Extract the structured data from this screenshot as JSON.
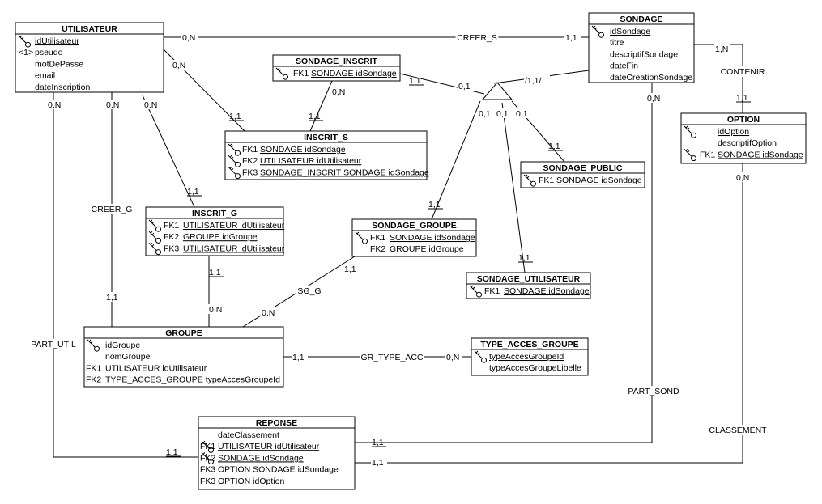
{
  "entities": [
    {
      "id": "UTILISATEUR",
      "title": "UTILISATEUR",
      "rows": [
        {
          "key": true,
          "prefix": "",
          "name": "idUtilisateur",
          "pk": true
        },
        {
          "key": false,
          "prefix": "<1>",
          "name": "pseudo"
        },
        {
          "key": false,
          "prefix": "",
          "name": "motDePasse"
        },
        {
          "key": false,
          "prefix": "",
          "name": "email"
        },
        {
          "key": false,
          "prefix": "",
          "name": "dateInscription"
        }
      ]
    },
    {
      "id": "SONDAGE",
      "title": "SONDAGE",
      "rows": [
        {
          "key": true,
          "prefix": "",
          "name": "idSondage",
          "pk": true
        },
        {
          "key": false,
          "prefix": "",
          "name": "titre"
        },
        {
          "key": false,
          "prefix": "",
          "name": "descriptifSondage"
        },
        {
          "key": false,
          "prefix": "",
          "name": "dateFin"
        },
        {
          "key": false,
          "prefix": "",
          "name": "dateCreationSondage"
        }
      ]
    },
    {
      "id": "SONDAGE_INSCRIT",
      "title": "SONDAGE_INSCRIT",
      "rows": [
        {
          "key": true,
          "prefix": "FK1",
          "name": "SONDAGE idSondage",
          "pk": true
        }
      ]
    },
    {
      "id": "INSCRIT_S",
      "title": "INSCRIT_S",
      "rows": [
        {
          "key": true,
          "prefix": "FK1",
          "name": "SONDAGE idSondage",
          "pk": true
        },
        {
          "key": true,
          "prefix": "FK2",
          "name": "UTILISATEUR idUtilisateur",
          "pk": true
        },
        {
          "key": true,
          "prefix": "FK3",
          "name": "SONDAGE_INSCRIT SONDAGE idSondage",
          "pk": true
        }
      ]
    },
    {
      "id": "OPTION",
      "title": "OPTION",
      "rows": [
        {
          "key": true,
          "prefix": "",
          "name": "idOption",
          "pk": true
        },
        {
          "key": false,
          "prefix": "",
          "name": "descriptifOption"
        },
        {
          "key": true,
          "prefix": "FK1",
          "name": "SONDAGE idSondage",
          "pk": true
        }
      ]
    },
    {
      "id": "SONDAGE_PUBLIC",
      "title": "SONDAGE_PUBLIC",
      "rows": [
        {
          "key": true,
          "prefix": "FK1",
          "name": "SONDAGE idSondage",
          "pk": true
        }
      ]
    },
    {
      "id": "INSCRIT_G",
      "title": "INSCRIT_G",
      "rows": [
        {
          "key": true,
          "prefix": "FK1",
          "name": "UTILISATEUR idUtilisateur",
          "pk": true
        },
        {
          "key": true,
          "prefix": "FK2",
          "name": "GROUPE idGroupe",
          "pk": true
        },
        {
          "key": true,
          "prefix": "FK3",
          "name": "UTILISATEUR idUtilisateur",
          "pk": true
        }
      ]
    },
    {
      "id": "SONDAGE_GROUPE",
      "title": "SONDAGE_GROUPE",
      "rows": [
        {
          "key": true,
          "prefix": "FK1",
          "name": "SONDAGE idSondage",
          "pk": true
        },
        {
          "key": false,
          "prefix": "FK2",
          "name": "GROUPE idGroupe"
        }
      ]
    },
    {
      "id": "SONDAGE_UTILISATEUR",
      "title": "SONDAGE_UTILISATEUR",
      "rows": [
        {
          "key": true,
          "prefix": "FK1",
          "name": "SONDAGE idSondage",
          "pk": true
        }
      ]
    },
    {
      "id": "GROUPE",
      "title": "GROUPE",
      "rows": [
        {
          "key": true,
          "prefix": "",
          "name": "idGroupe",
          "pk": true
        },
        {
          "key": false,
          "prefix": "",
          "name": "nomGroupe"
        },
        {
          "key": false,
          "prefix": "FK1",
          "name": "UTILISATEUR idUtilisateur"
        },
        {
          "key": false,
          "prefix": "FK2",
          "name": "TYPE_ACCES_GROUPE typeAccesGroupeId"
        }
      ]
    },
    {
      "id": "TYPE_ACCES_GROUPE",
      "title": "TYPE_ACCES_GROUPE",
      "rows": [
        {
          "key": true,
          "prefix": "",
          "name": "typeAccesGroupeId",
          "pk": true
        },
        {
          "key": false,
          "prefix": "",
          "name": "typeAccesGroupeLibelle"
        }
      ]
    },
    {
      "id": "REPONSE",
      "title": "REPONSE",
      "rows": [
        {
          "key": false,
          "prefix": "",
          "name": "dateClassement"
        },
        {
          "key": true,
          "prefix": "FK1",
          "name": "UTILISATEUR idUtilisateur",
          "pk": true
        },
        {
          "key": true,
          "prefix": "FK2",
          "name": "SONDAGE idSondage",
          "pk": true
        },
        {
          "key": false,
          "prefix": "FK3",
          "name": "OPTION SONDAGE idSondage"
        },
        {
          "key": false,
          "prefix": "FK3",
          "name": "OPTION idOption"
        }
      ]
    }
  ],
  "relationships": [
    {
      "id": "creer_s",
      "name": "CREER_S"
    },
    {
      "id": "contenir",
      "name": "CONTENIR"
    },
    {
      "id": "creer_g",
      "name": "CREER_G"
    },
    {
      "id": "part_util",
      "name": "PART_UTIL"
    },
    {
      "id": "sg_g",
      "name": "SG_G"
    },
    {
      "id": "gr_type_acc",
      "name": "GR_TYPE_ACC"
    },
    {
      "id": "part_sond",
      "name": "PART_SOND"
    },
    {
      "id": "classement",
      "name": "CLASSEMENT"
    }
  ],
  "cardinalities": [
    {
      "id": "c1",
      "text": "0,N"
    },
    {
      "id": "c2",
      "text": "1,1"
    },
    {
      "id": "c3",
      "text": "0,N"
    },
    {
      "id": "c4",
      "text": "1,1"
    },
    {
      "id": "c5",
      "text": "1,1"
    },
    {
      "id": "c6",
      "text": "0,1"
    },
    {
      "id": "c7",
      "text": "/1,1/"
    },
    {
      "id": "c8",
      "text": "0,N"
    },
    {
      "id": "c9",
      "text": "1,1"
    },
    {
      "id": "c10",
      "text": "1,N"
    },
    {
      "id": "c11",
      "text": "1,1"
    },
    {
      "id": "c12",
      "text": "0,N"
    },
    {
      "id": "c13",
      "text": "0,N"
    },
    {
      "id": "c14",
      "text": "0,N"
    },
    {
      "id": "c15",
      "text": "0,N"
    },
    {
      "id": "c16",
      "text": "0,1"
    },
    {
      "id": "c17",
      "text": "0,1"
    },
    {
      "id": "c18",
      "text": "0,1"
    },
    {
      "id": "c19",
      "text": "1,1"
    },
    {
      "id": "c20",
      "text": "1,1"
    },
    {
      "id": "c21",
      "text": "1,1"
    },
    {
      "id": "c22",
      "text": "1,1"
    },
    {
      "id": "c23",
      "text": "1,1"
    },
    {
      "id": "c24",
      "text": "1,1"
    },
    {
      "id": "c25",
      "text": "0,N"
    },
    {
      "id": "c26",
      "text": "1,1"
    },
    {
      "id": "c27",
      "text": "0,N"
    },
    {
      "id": "c28",
      "text": "1,1"
    },
    {
      "id": "c29",
      "text": "0,N"
    },
    {
      "id": "c30",
      "text": "0,N"
    },
    {
      "id": "c31",
      "text": "1,1"
    },
    {
      "id": "c32",
      "text": "1,1"
    },
    {
      "id": "c33",
      "text": "1,1"
    }
  ]
}
